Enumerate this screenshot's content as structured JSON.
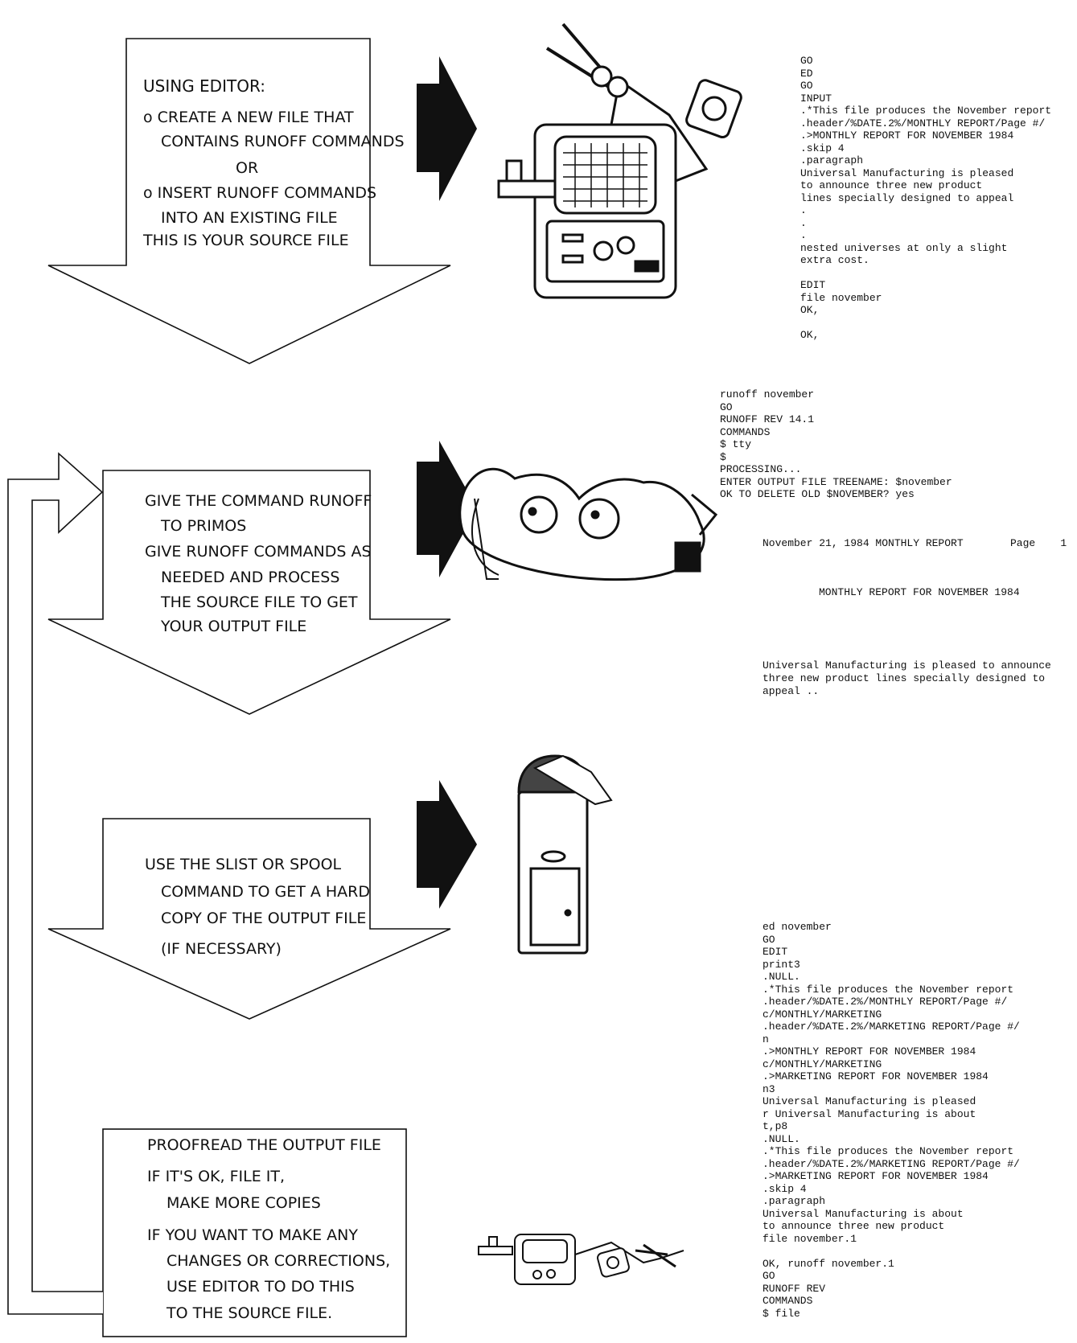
{
  "steps": [
    {
      "id": "edit",
      "lines": [
        "USING EDITOR:",
        "o CREATE A NEW FILE THAT",
        "CONTAINS RUNOFF COMMANDS",
        "OR",
        "o INSERT RUNOFF COMMANDS",
        "INTO AN EXISTING FILE",
        "THIS IS YOUR SOURCE FILE"
      ]
    },
    {
      "id": "runoff",
      "lines": [
        "GIVE THE COMMAND RUNOFF",
        "TO PRIMOS",
        "GIVE RUNOFF COMMANDS AS",
        "NEEDED AND PROCESS",
        "THE SOURCE FILE TO GET",
        "YOUR OUTPUT FILE"
      ]
    },
    {
      "id": "print",
      "lines": [
        "USE THE SLIST OR SPOOL",
        "COMMAND TO GET A HARD",
        "COPY OF THE OUTPUT FILE",
        "(IF NECESSARY)"
      ]
    },
    {
      "id": "proofread",
      "lines": [
        "PROOFREAD THE OUTPUT FILE",
        "IF IT'S OK, FILE IT,",
        "MAKE MORE COPIES",
        "IF YOU WANT TO MAKE ANY",
        "CHANGES OR CORRECTIONS,",
        "USE EDITOR TO DO THIS",
        "TO THE SOURCE FILE."
      ]
    }
  ],
  "terminal_edit": [
    "GO",
    "ED",
    "GO",
    "INPUT",
    ".*This file produces the November report",
    ".header/%DATE.2%/MONTHLY REPORT/Page #/",
    ".>MONTHLY REPORT FOR NOVEMBER 1984",
    ".skip 4",
    ".paragraph",
    "Universal Manufacturing is pleased",
    "to announce three new product",
    "lines specially designed to appeal",
    ".",
    ".",
    ".",
    "nested universes at only a slight",
    "extra cost.",
    "",
    "EDIT",
    "file november",
    "OK,",
    "",
    "OK,"
  ],
  "terminal_runoff": [
    "runoff november",
    "GO",
    "RUNOFF REV 14.1",
    "COMMANDS",
    "$ tty",
    "$",
    "PROCESSING...",
    "ENTER OUTPUT FILE TREENAME: $november",
    "OK TO DELETE OLD $NOVEMBER? yes"
  ],
  "output_page": {
    "header_left": "November 21, 1984 MONTHLY REPORT",
    "header_right": "Page    1",
    "title": "MONTHLY REPORT FOR NOVEMBER 1984",
    "body": [
      "Universal Manufacturing is pleased to announce",
      "three new product lines specially designed to",
      "appeal .."
    ]
  },
  "terminal_revise": [
    "ed november",
    "GO",
    "EDIT",
    "print3",
    ".NULL.",
    ".*This file produces the November report",
    ".header/%DATE.2%/MONTHLY REPORT/Page #/",
    "c/MONTHLY/MARKETING",
    ".header/%DATE.2%/MARKETING REPORT/Page #/",
    "n",
    ".>MONTHLY REPORT FOR NOVEMBER 1984",
    "c/MONTHLY/MARKETING",
    ".>MARKETING REPORT FOR NOVEMBER 1984",
    "n3",
    "Universal Manufacturing is pleased",
    "r Universal Manufacturing is about",
    "t,p8",
    ".NULL.",
    ".*This file produces the November report",
    ".header/%DATE.2%/MARKETING REPORT/Page #/",
    ".>MARKETING REPORT FOR NOVEMBER 1984",
    ".skip 4",
    ".paragraph",
    "Universal Manufacturing is about",
    "to announce three new product",
    "file november.1",
    "",
    "OK, runoff november.1",
    "GO",
    "RUNOFF REV",
    "COMMANDS",
    "$ file"
  ]
}
